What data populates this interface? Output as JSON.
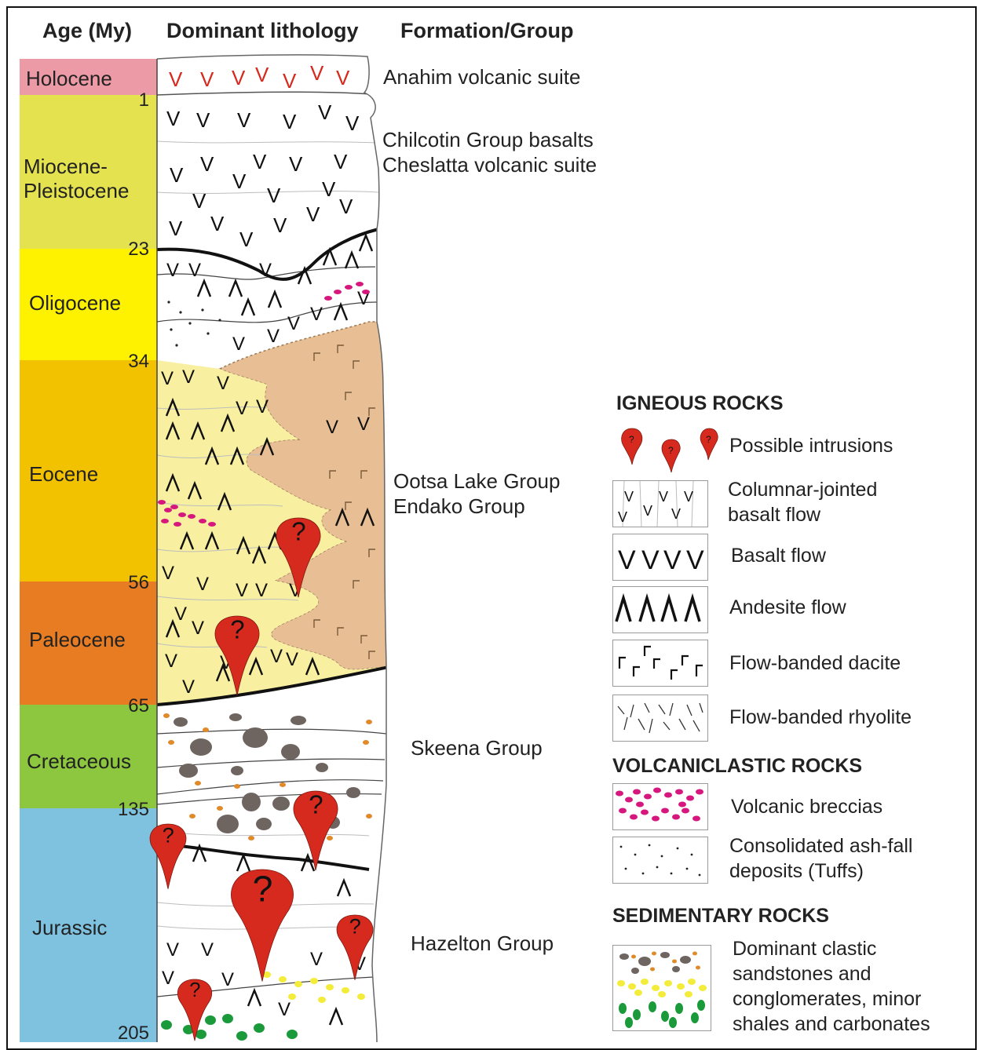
{
  "headers": {
    "age": "Age (My)",
    "lithology": "Dominant lithology",
    "formation": "Formation/Group"
  },
  "periods": [
    {
      "name": "Holocene",
      "color": "#ec9aa6"
    },
    {
      "name": "Miocene-\nPleistocene",
      "color": "#e4e24f"
    },
    {
      "name": "Oligocene",
      "color": "#fef200"
    },
    {
      "name": "Eocene",
      "color": "#f2c100"
    },
    {
      "name": "Paleocene",
      "color": "#e77c22"
    },
    {
      "name": "Cretaceous",
      "color": "#8dc63f"
    },
    {
      "name": "Jurassic",
      "color": "#7ec2e0"
    }
  ],
  "age_marks": [
    "1",
    "23",
    "34",
    "56",
    "65",
    "135",
    "205"
  ],
  "formations": [
    "Anahim volcanic suite",
    "Chilcotin Group basalts\nCheslatta volcanic suite",
    "Ootsa Lake Group\nEndako Group",
    "Skeena Group",
    "Hazelton Group"
  ],
  "legend": {
    "igneous_title": "IGNEOUS ROCKS",
    "igneous": [
      {
        "label": "Possible intrusions",
        "icon": "intrusion-icon"
      },
      {
        "label": "Columnar-jointed\nbasalt flow",
        "icon": "columnar-basalt-icon"
      },
      {
        "label": "Basalt flow",
        "icon": "basalt-v-icon"
      },
      {
        "label": "Andesite flow",
        "icon": "andesite-caret-icon"
      },
      {
        "label": "Flow-banded dacite",
        "icon": "dacite-corner-icon"
      },
      {
        "label": "Flow-banded rhyolite",
        "icon": "rhyolite-dash-icon"
      }
    ],
    "volcaniclastic_title": "VOLCANICLASTIC ROCKS",
    "volcaniclastic": [
      {
        "label": "Volcanic breccias",
        "icon": "breccia-icon"
      },
      {
        "label": "Consolidated ash-fall\ndeposits (Tuffs)",
        "icon": "tuff-dots-icon"
      }
    ],
    "sedimentary_title": "SEDIMENTARY ROCKS",
    "sedimentary": [
      {
        "label": "Dominant clastic\nsandstones and\nconglomerates, minor\nshales and carbonates",
        "icon": "conglomerate-icon"
      }
    ]
  },
  "colors": {
    "intrusion_red": "#d62a1e",
    "breccia_magenta": "#d6187e",
    "dacite_tan": "#e8bf94",
    "pale_yellow": "#f8f0a0",
    "cobble_gray": "#6e6560",
    "pebble_orange": "#e08a2a",
    "sand_yellow": "#f4ec3a",
    "green_clast": "#1a9a3a"
  }
}
